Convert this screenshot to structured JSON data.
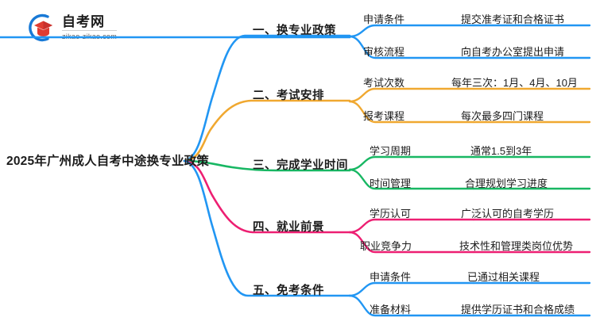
{
  "logo": {
    "icon": "graduation-cap-logo",
    "name_cn": "自考网",
    "url": "zikao-zikao.com",
    "arc_color": "#1879d6",
    "cap_color": "#e03c31"
  },
  "mindmap": {
    "root": {
      "label": "2025年广州成人自考中途换专业政策"
    },
    "branches": [
      {
        "label": "一、换专业政策",
        "color": "#2196f3",
        "children": [
          {
            "label": "申请条件",
            "detail": "提交准考证和合格证书"
          },
          {
            "label": "审核流程",
            "detail": "向自考办公室提出申请"
          }
        ]
      },
      {
        "label": "二、考试安排",
        "color": "#f0a830",
        "children": [
          {
            "label": "考试次数",
            "detail": "每年三次：1月、4月、10月"
          },
          {
            "label": "报考课程",
            "detail": "每次最多四门课程"
          }
        ]
      },
      {
        "label": "三、完成学业时间",
        "color": "#18b763",
        "children": [
          {
            "label": "学习周期",
            "detail": "通常1.5到3年"
          },
          {
            "label": "时间管理",
            "detail": "合理规划学习进度"
          }
        ]
      },
      {
        "label": "四、就业前景",
        "color": "#ed1f72",
        "children": [
          {
            "label": "学历认可",
            "detail": "广泛认可的自考学历"
          },
          {
            "label": "职业竞争力",
            "detail": "技术性和管理类岗位优势"
          }
        ]
      },
      {
        "label": "五、免考条件",
        "color": "#2196f3",
        "children": [
          {
            "label": "申请条件",
            "detail": "已通过相关课程"
          },
          {
            "label": "准备材料",
            "detail": "提供学历证书和合格成绩"
          }
        ]
      }
    ]
  }
}
